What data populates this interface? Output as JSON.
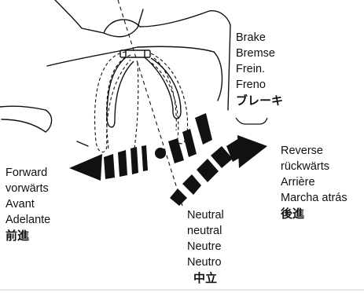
{
  "labels": {
    "brake": [
      "Brake",
      "Bremse",
      "Frein.",
      "Freno"
    ],
    "brake_jp": "ブレーキ",
    "forward": [
      "Forward",
      "vorwärts",
      "Avant",
      "Adelante"
    ],
    "forward_jp": "前進",
    "reverse": [
      "Reverse",
      "rückwärts",
      "Arrière",
      "Marcha atrás"
    ],
    "reverse_jp": "後進",
    "neutral": [
      "Neutral",
      "neutral",
      "Neutre",
      "Neutro"
    ],
    "neutral_jp": "中立"
  },
  "colors": {
    "line": "#111111",
    "background": "#ffffff",
    "separator": "#cfcfcf"
  }
}
